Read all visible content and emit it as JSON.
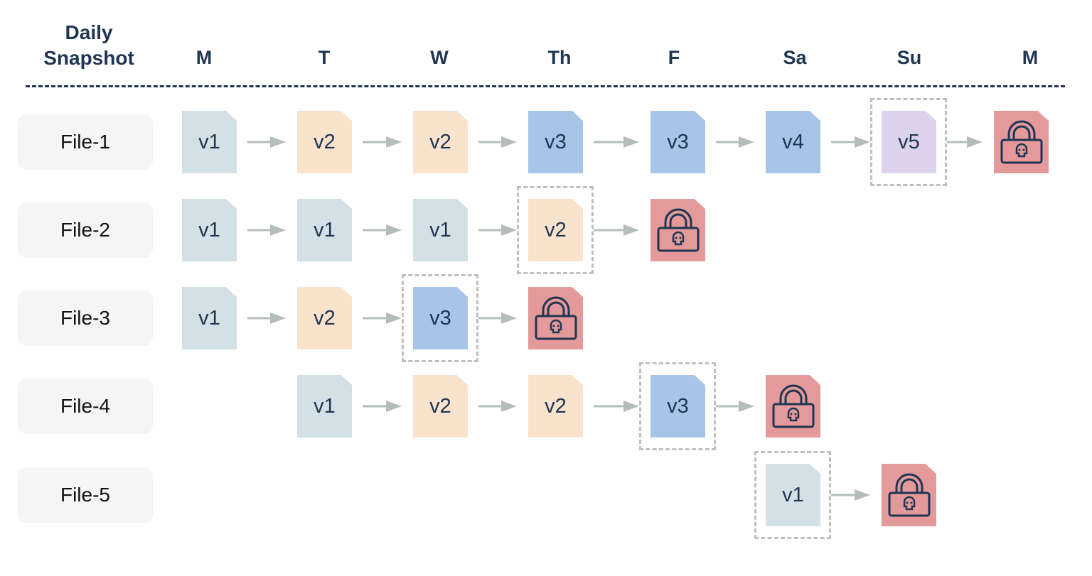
{
  "header": {
    "title_line1": "Daily",
    "title_line2": "Snapshot",
    "days": [
      "M",
      "T",
      "W",
      "Th",
      "F",
      "Sa",
      "Su",
      "M"
    ]
  },
  "colors": {
    "v1": "#d3e0e5",
    "v2": "#f9e3cc",
    "v3": "#a6c5e8",
    "v4": "#a6c5e8",
    "v5": "#dcd3ea",
    "lock": "#e49a9a",
    "text": "#1f3552",
    "arrow": "#b5bdbb"
  },
  "files": [
    {
      "label": "File-1",
      "cells": [
        {
          "day": 0,
          "version": "v1"
        },
        {
          "day": 1,
          "version": "v2"
        },
        {
          "day": 2,
          "version": "v2"
        },
        {
          "day": 3,
          "version": "v3"
        },
        {
          "day": 4,
          "version": "v3"
        },
        {
          "day": 5,
          "version": "v4"
        },
        {
          "day": 6,
          "version": "v5",
          "last_good": true
        },
        {
          "day": 7,
          "version": "lock"
        }
      ]
    },
    {
      "label": "File-2",
      "cells": [
        {
          "day": 0,
          "version": "v1"
        },
        {
          "day": 1,
          "version": "v1"
        },
        {
          "day": 2,
          "version": "v1"
        },
        {
          "day": 3,
          "version": "v2",
          "last_good": true
        },
        {
          "day": 4,
          "version": "lock"
        }
      ]
    },
    {
      "label": "File-3",
      "cells": [
        {
          "day": 0,
          "version": "v1"
        },
        {
          "day": 1,
          "version": "v2"
        },
        {
          "day": 2,
          "version": "v3",
          "last_good": true
        },
        {
          "day": 3,
          "version": "lock"
        }
      ]
    },
    {
      "label": "File-4",
      "cells": [
        {
          "day": 1,
          "version": "v1"
        },
        {
          "day": 2,
          "version": "v2"
        },
        {
          "day": 3,
          "version": "v2"
        },
        {
          "day": 4,
          "version": "v3",
          "last_good": true
        },
        {
          "day": 5,
          "version": "lock"
        }
      ]
    },
    {
      "label": "File-5",
      "cells": [
        {
          "day": 5,
          "version": "v1",
          "last_good": true
        },
        {
          "day": 6,
          "version": "lock"
        }
      ]
    }
  ]
}
